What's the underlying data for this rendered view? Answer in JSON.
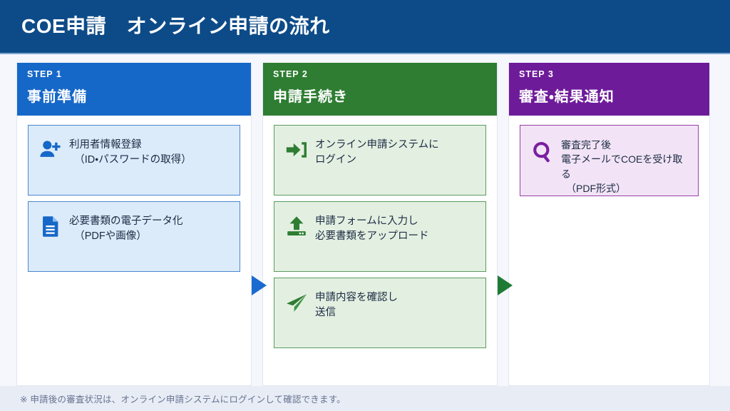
{
  "header": {
    "title": "COE申請　オンライン申請の流れ",
    "background_color": "#0d4b88",
    "text_color": "#ffffff"
  },
  "columns": [
    {
      "step_label": "STEP 1",
      "step_title": "事前準備",
      "header_color": "#1668c8",
      "card_bg": "#dcebfa",
      "card_border": "#4a87cf",
      "icon_color": "#1668c8",
      "cards": [
        {
          "icon": "user-plus-icon",
          "text": "利用者情報登録\n　（ID・パスワードの取得）"
        },
        {
          "icon": "document-icon",
          "text": "必要書類の電子データ化\n　（PDFや画像）"
        }
      ]
    },
    {
      "step_label": "STEP 2",
      "step_title": "申請手続き",
      "header_color": "#2e7d32",
      "card_bg": "#e3f0e1",
      "card_border": "#5b9c5f",
      "icon_color": "#2e7d32",
      "cards": [
        {
          "icon": "login-arrow-icon",
          "text": "オンライン申請システムに\nログイン"
        },
        {
          "icon": "upload-icon",
          "text": "申請フォームに入力し\n必要書類をアップロード"
        },
        {
          "icon": "paper-plane-icon",
          "text": "申請内容を確認し\n送信"
        }
      ]
    },
    {
      "step_label": "STEP 3",
      "step_title": "審査・結果通知",
      "header_color": "#6e1b9a",
      "card_bg": "#f2e4f6",
      "card_border": "#9a3fa8",
      "icon_color": "#7b1fa2",
      "cards": [
        {
          "icon": "magnifier-icon",
          "text": "審査完了後\n電子メールでCOEを受け取る\n　（PDF形式）"
        }
      ]
    }
  ],
  "arrows": [
    {
      "name": "arrow-step1-to-step2",
      "color": "#1a6bd0"
    },
    {
      "name": "arrow-step2-to-step3",
      "color": "#1f7a34"
    }
  ],
  "footer": {
    "note": "※ 申請後の審査状況は、オンライン申請システムにログインして確認できます。",
    "background_color": "#e8ecf5",
    "text_color": "#667391"
  }
}
